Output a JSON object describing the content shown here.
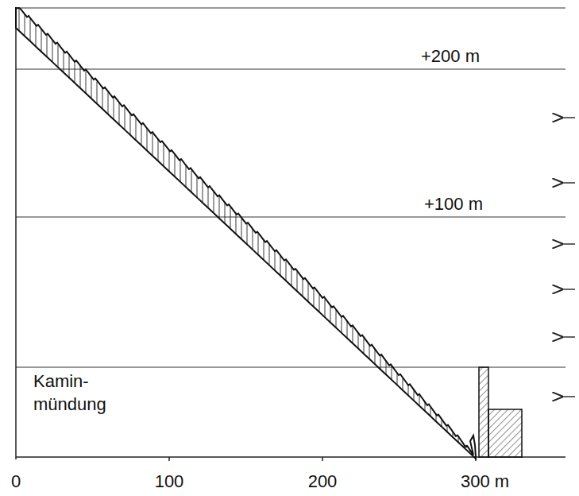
{
  "diagram": {
    "labels": [
      "+200 m",
      "+100 m",
      "Kamin- mündung",
      "0",
      "100",
      "200",
      "300 m"
    ]
  }
}
